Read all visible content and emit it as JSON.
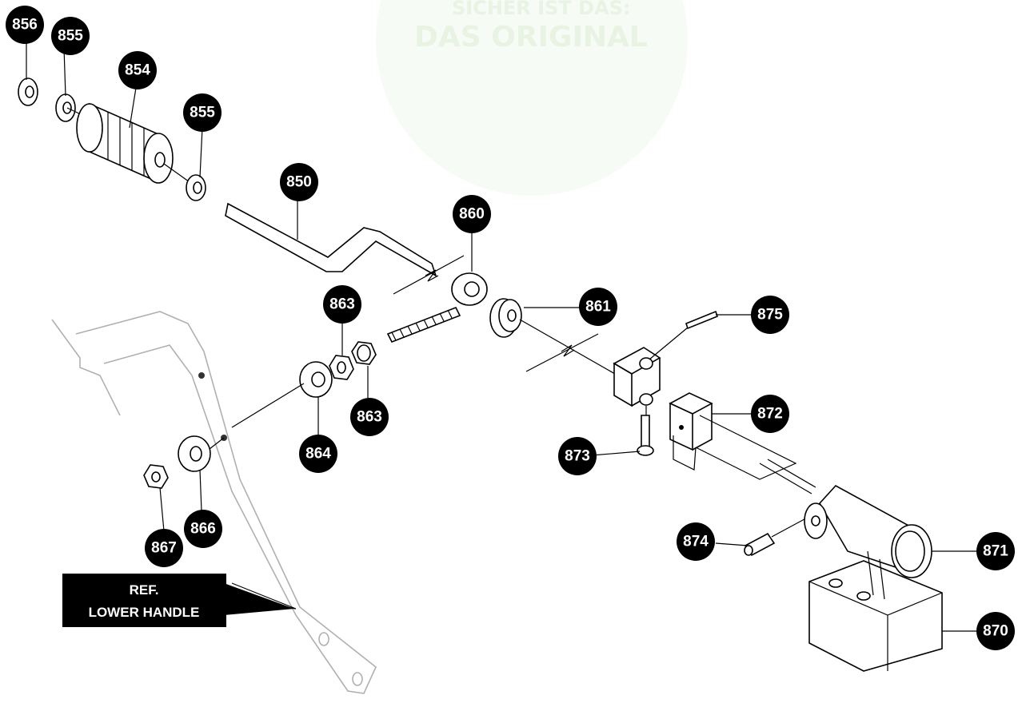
{
  "watermark": {
    "line1": "SICHER IST DAS:",
    "line2": "DAS ORIGINAL"
  },
  "reference_label": {
    "line1": "REF.",
    "line2": "LOWER HANDLE"
  },
  "callouts": [
    {
      "id": "856",
      "label": "856"
    },
    {
      "id": "855a",
      "label": "855"
    },
    {
      "id": "854",
      "label": "854"
    },
    {
      "id": "855b",
      "label": "855"
    },
    {
      "id": "850",
      "label": "850"
    },
    {
      "id": "860",
      "label": "860"
    },
    {
      "id": "861",
      "label": "861"
    },
    {
      "id": "863a",
      "label": "863"
    },
    {
      "id": "863b",
      "label": "863"
    },
    {
      "id": "864",
      "label": "864"
    },
    {
      "id": "875",
      "label": "875"
    },
    {
      "id": "872",
      "label": "872"
    },
    {
      "id": "873",
      "label": "873"
    },
    {
      "id": "866",
      "label": "866"
    },
    {
      "id": "867",
      "label": "867"
    },
    {
      "id": "874",
      "label": "874"
    },
    {
      "id": "871",
      "label": "871"
    },
    {
      "id": "870",
      "label": "870"
    }
  ]
}
